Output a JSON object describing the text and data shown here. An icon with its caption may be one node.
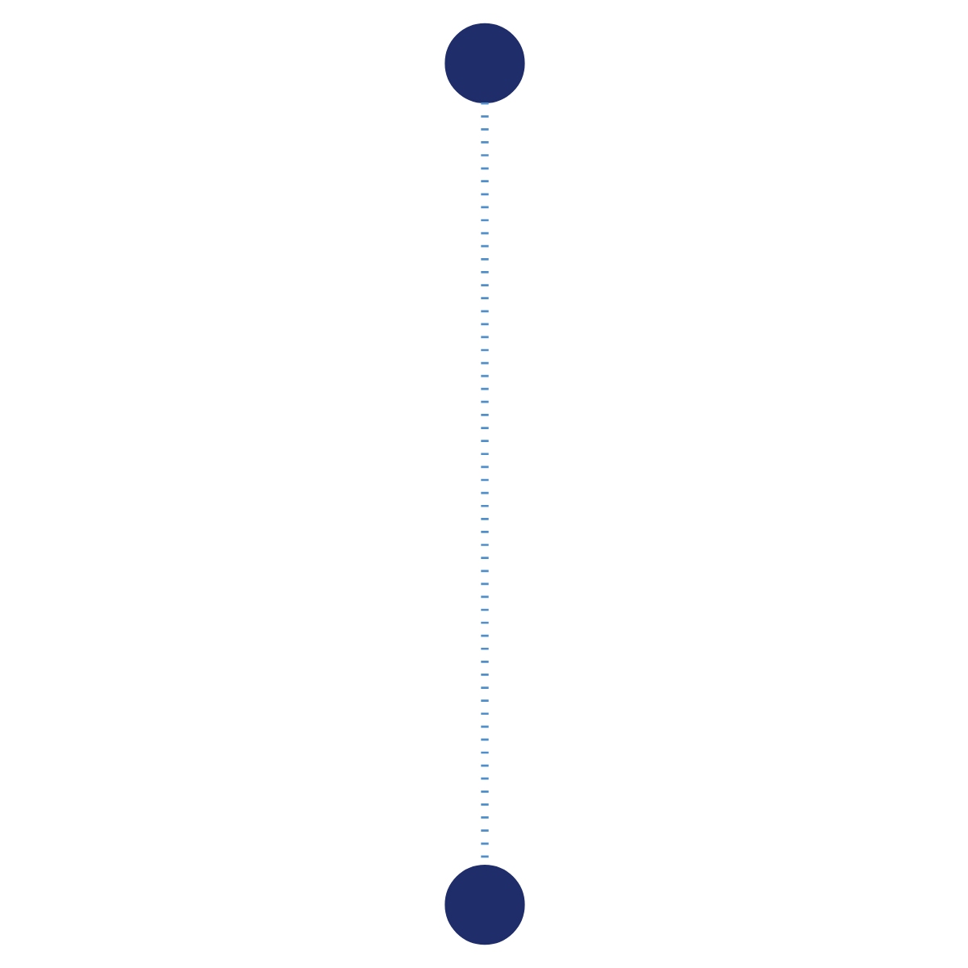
{
  "diagram": {
    "nodes": [
      {
        "text": [],
        "shape": "circle"
      },
      {
        "text": [],
        "shape": "circle"
      }
    ],
    "edges": [
      {
        "from": 0,
        "to": 1,
        "arrow": "none",
        "style": "dashed",
        "color": "#4f8ec8"
      }
    ]
  }
}
